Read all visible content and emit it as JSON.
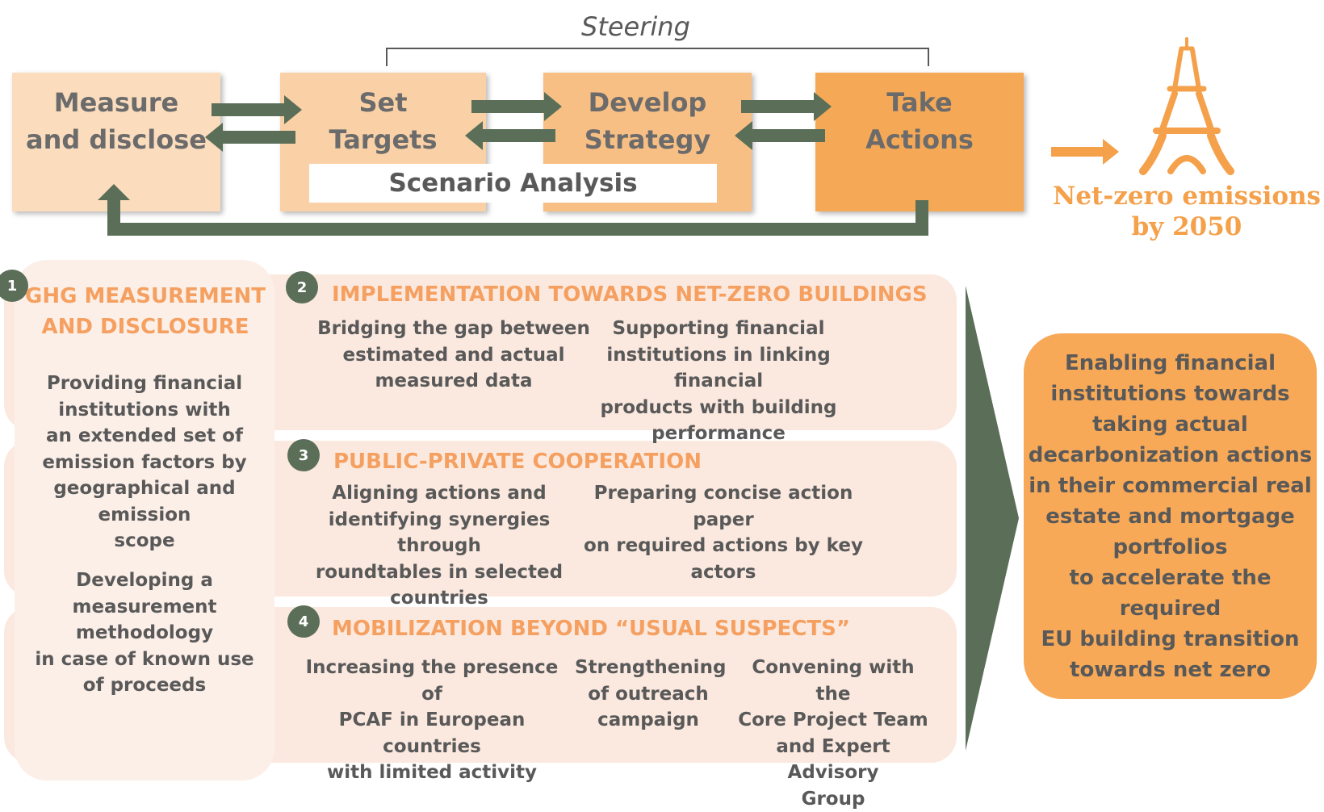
{
  "steering": "Steering",
  "process": [
    {
      "label": "Measure\nand disclose"
    },
    {
      "label": "Set\nTargets"
    },
    {
      "label": "Develop\nStrategy"
    },
    {
      "label": "Take\nActions"
    }
  ],
  "scenario_analysis": "Scenario Analysis",
  "goal": "Net-zero emissions\nby 2050",
  "section1": {
    "number": "1",
    "heading": "GHG MEASUREMENT\nAND DISCLOSURE",
    "item1": "Providing financial\ninstitutions with\nan extended set of\nemission factors by\ngeographical and emission\nscope",
    "item2": "Developing a\nmeasurement\nmethodology\nin case of known use\nof proceeds"
  },
  "section2": {
    "number": "2",
    "heading": "IMPLEMENTATION TOWARDS NET-ZERO BUILDINGS",
    "items": [
      "Bridging the gap between\nestimated and actual\nmeasured data",
      "Supporting financial\ninstitutions in linking financial\nproducts with building\nperformance"
    ]
  },
  "section3": {
    "number": "3",
    "heading": "PUBLIC-PRIVATE COOPERATION",
    "items": [
      "Aligning actions and\nidentifying synergies through\nroundtables in selected\ncountries",
      "Preparing concise action paper\non required actions by key\nactors"
    ]
  },
  "section4": {
    "number": "4",
    "heading": "MOBILIZATION BEYOND “USUAL SUSPECTS”",
    "items": [
      "Increasing the presence of\nPCAF in European countries\nwith limited activity",
      "Strengthening\nof outreach\ncampaign",
      "Convening with the\nCore Project Team\nand Expert Advisory\nGroup"
    ]
  },
  "outcome": "Enabling financial\ninstitutions towards\ntaking actual\ndecarbonization actions\nin their commercial real\nestate and mortgage\nportfolios\nto accelerate the required\nEU building transition\ntowards net zero",
  "colors": {
    "arrow": "#5a6e58",
    "accent_orange": "#f5a04a",
    "heading_orange": "#f5a060",
    "band": "#fbe9df"
  },
  "icons": [
    "eiffel-tower-icon",
    "right-arrow-icon"
  ]
}
